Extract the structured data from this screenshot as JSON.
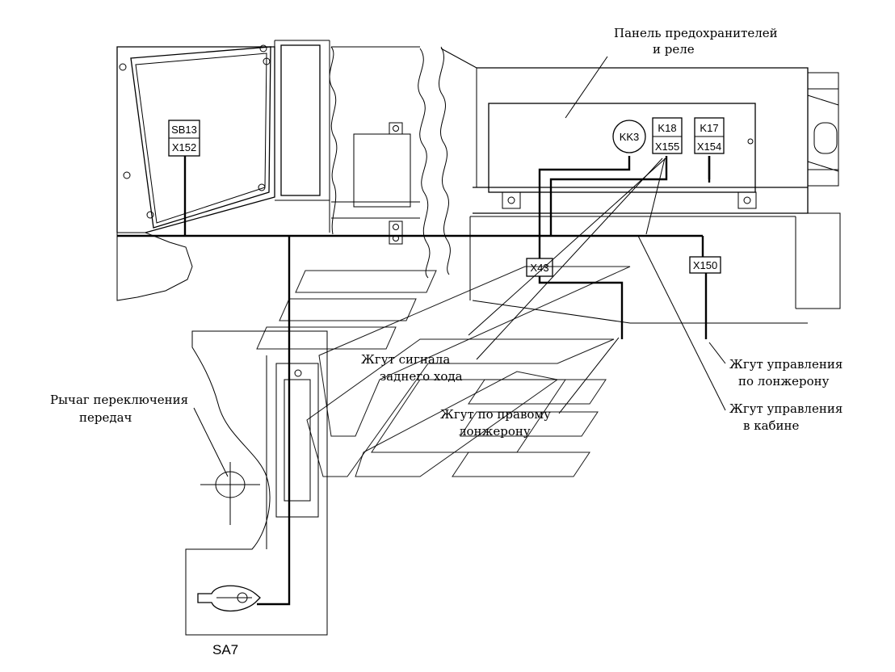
{
  "labels": {
    "fuse_panel_line1": "Панель предохранителей",
    "fuse_panel_line2": "и реле",
    "reverse_harness_line1": "Жгут сигнала",
    "reverse_harness_line2": "заднего хода",
    "right_rail_harness_line1": "Жгут по правому",
    "right_rail_harness_line2": "лонжерону",
    "rail_control_harness_line1": "Жгут управления",
    "rail_control_harness_line2": "по лонжерону",
    "cab_control_harness_line1": "Жгут управления",
    "cab_control_harness_line2": "в кабине",
    "gear_lever_line1": "Рычаг переключения",
    "gear_lever_line2": "передач",
    "switch_sa7": "SA7"
  },
  "components": {
    "sb13": "SB13",
    "x152": "X152",
    "kk3": "KK3",
    "k18": "K18",
    "x155": "X155",
    "k17": "K17",
    "x154": "X154",
    "x43": "X43",
    "x150": "X150"
  }
}
